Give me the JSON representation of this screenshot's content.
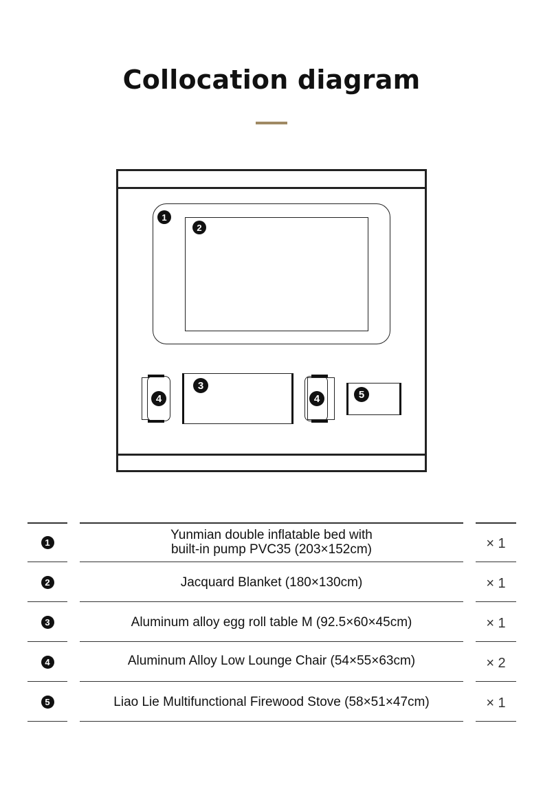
{
  "header": {
    "title": "Collocation diagram"
  },
  "diagram": {
    "markers": [
      "1",
      "2",
      "3",
      "4",
      "4",
      "5"
    ]
  },
  "items": [
    {
      "number": "1",
      "name": "Yunmian double inflatable bed with built-in pump PVC35 (203×152cm)",
      "quantity": "× 1"
    },
    {
      "number": "2",
      "name": "Jacquard Blanket (180×130cm)",
      "quantity": "× 1"
    },
    {
      "number": "3",
      "name": "Aluminum alloy egg roll table M (92.5×60×45cm)",
      "quantity": "× 1"
    },
    {
      "number": "4",
      "name": "Aluminum Alloy Low Lounge Chair (54×55×63cm)",
      "quantity": "× 2"
    },
    {
      "number": "5",
      "name": "Liao Lie Multifunctional Firewood Stove (58×51×47cm)",
      "quantity": "× 1"
    }
  ],
  "colors": {
    "accent": "#a08a64",
    "ink": "#111111"
  }
}
